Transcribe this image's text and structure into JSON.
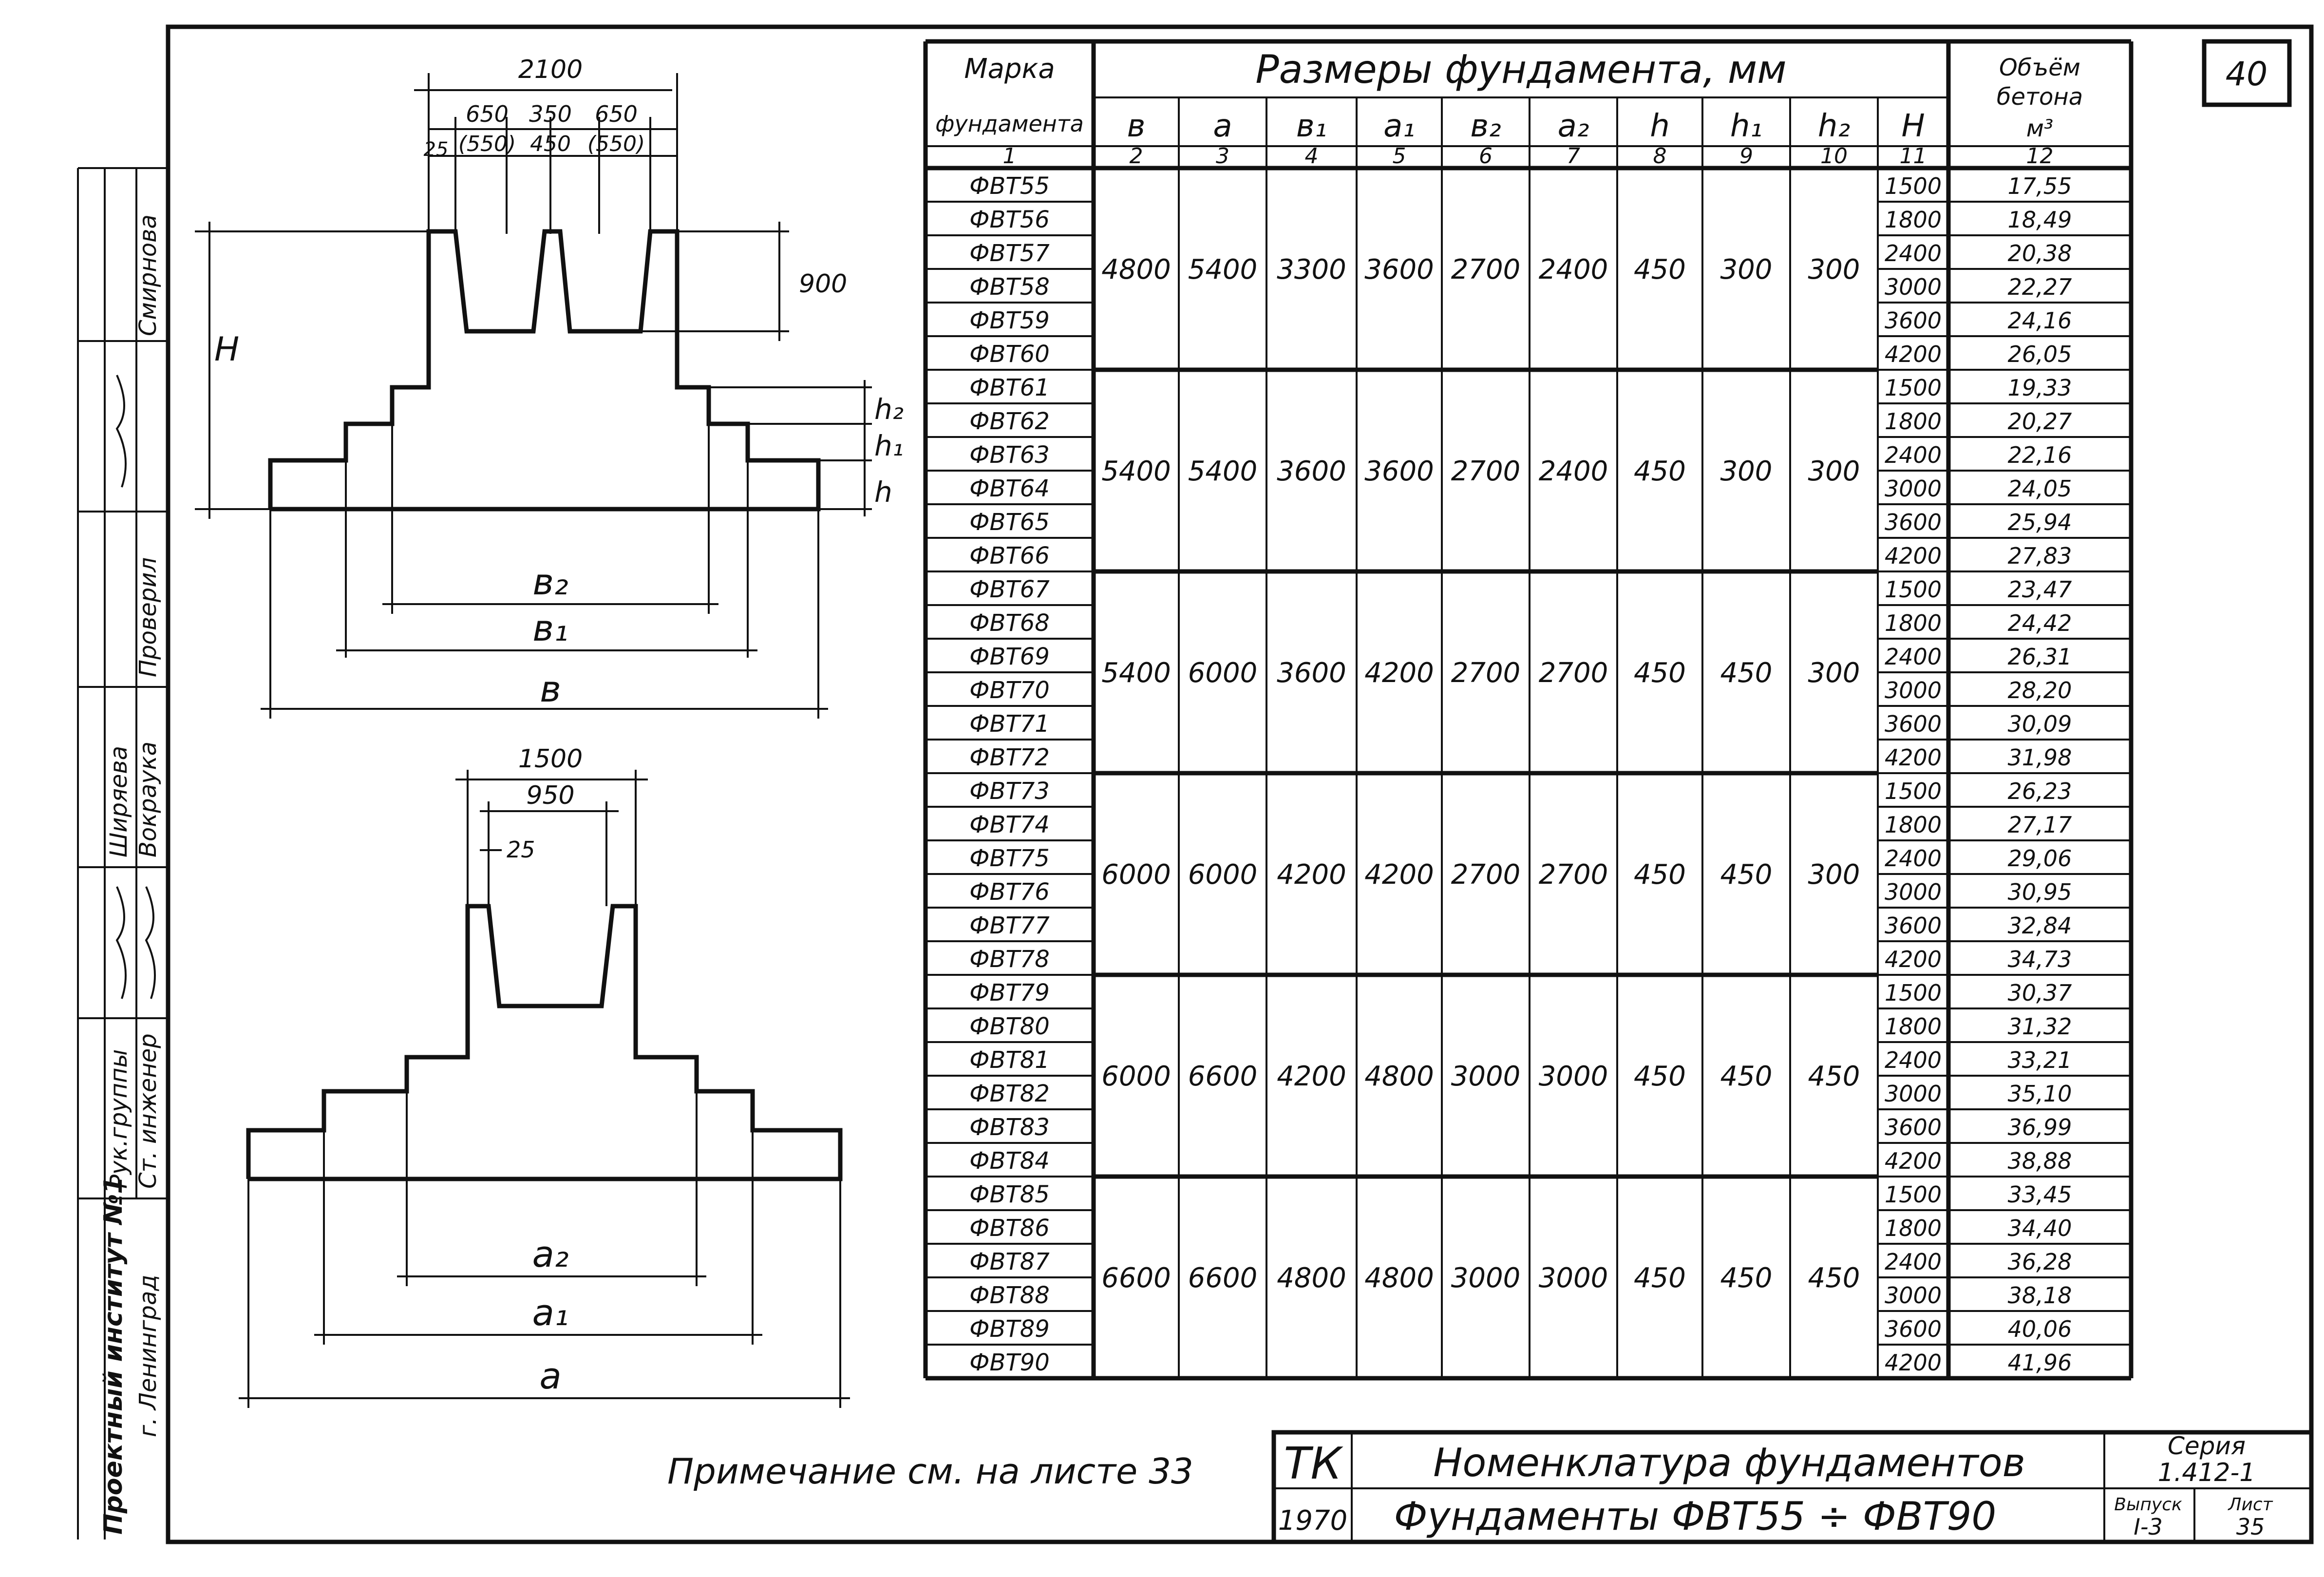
{
  "sheet_number": "40",
  "table": {
    "col_mark": [
      "Марка",
      "фундамента"
    ],
    "dims_header": "Размеры фундамента, мм",
    "volume_header": [
      "Объём",
      "бетона",
      "м³"
    ],
    "columns": [
      "в",
      "а",
      "в₁",
      "а₁",
      "в₂",
      "а₂",
      "h",
      "h₁",
      "h₂",
      "H"
    ],
    "column_numbers": [
      "1",
      "2",
      "3",
      "4",
      "5",
      "6",
      "7",
      "8",
      "9",
      "10",
      "11",
      "12"
    ],
    "groups": [
      {
        "b": "4800",
        "a": "5400",
        "b1": "3300",
        "a1": "3600",
        "b2": "2700",
        "a2": "2400",
        "h": "450",
        "h1": "300",
        "h2": "300",
        "rows": [
          [
            "ФВТ55",
            "1500",
            "17,55"
          ],
          [
            "ФВТ56",
            "1800",
            "18,49"
          ],
          [
            "ФВТ57",
            "2400",
            "20,38"
          ],
          [
            "ФВТ58",
            "3000",
            "22,27"
          ],
          [
            "ФВТ59",
            "3600",
            "24,16"
          ],
          [
            "ФВТ60",
            "4200",
            "26,05"
          ]
        ]
      },
      {
        "b": "5400",
        "a": "5400",
        "b1": "3600",
        "a1": "3600",
        "b2": "2700",
        "a2": "2400",
        "h": "450",
        "h1": "300",
        "h2": "300",
        "rows": [
          [
            "ФВТ61",
            "1500",
            "19,33"
          ],
          [
            "ФВТ62",
            "1800",
            "20,27"
          ],
          [
            "ФВТ63",
            "2400",
            "22,16"
          ],
          [
            "ФВТ64",
            "3000",
            "24,05"
          ],
          [
            "ФВТ65",
            "3600",
            "25,94"
          ],
          [
            "ФВТ66",
            "4200",
            "27,83"
          ]
        ]
      },
      {
        "b": "5400",
        "a": "6000",
        "b1": "3600",
        "a1": "4200",
        "b2": "2700",
        "a2": "2700",
        "h": "450",
        "h1": "450",
        "h2": "300",
        "rows": [
          [
            "ФВТ67",
            "1500",
            "23,47"
          ],
          [
            "ФВТ68",
            "1800",
            "24,42"
          ],
          [
            "ФВТ69",
            "2400",
            "26,31"
          ],
          [
            "ФВТ70",
            "3000",
            "28,20"
          ],
          [
            "ФВТ71",
            "3600",
            "30,09"
          ],
          [
            "ФВТ72",
            "4200",
            "31,98"
          ]
        ]
      },
      {
        "b": "6000",
        "a": "6000",
        "b1": "4200",
        "a1": "4200",
        "b2": "2700",
        "a2": "2700",
        "h": "450",
        "h1": "450",
        "h2": "300",
        "rows": [
          [
            "ФВТ73",
            "1500",
            "26,23"
          ],
          [
            "ФВТ74",
            "1800",
            "27,17"
          ],
          [
            "ФВТ75",
            "2400",
            "29,06"
          ],
          [
            "ФВТ76",
            "3000",
            "30,95"
          ],
          [
            "ФВТ77",
            "3600",
            "32,84"
          ],
          [
            "ФВТ78",
            "4200",
            "34,73"
          ]
        ]
      },
      {
        "b": "6000",
        "a": "6600",
        "b1": "4200",
        "a1": "4800",
        "b2": "3000",
        "a2": "3000",
        "h": "450",
        "h1": "450",
        "h2": "450",
        "rows": [
          [
            "ФВТ79",
            "1500",
            "30,37"
          ],
          [
            "ФВТ80",
            "1800",
            "31,32"
          ],
          [
            "ФВТ81",
            "2400",
            "33,21"
          ],
          [
            "ФВТ82",
            "3000",
            "35,10"
          ],
          [
            "ФВТ83",
            "3600",
            "36,99"
          ],
          [
            "ФВТ84",
            "4200",
            "38,88"
          ]
        ]
      },
      {
        "b": "6600",
        "a": "6600",
        "b1": "4800",
        "a1": "4800",
        "b2": "3000",
        "a2": "3000",
        "h": "450",
        "h1": "450",
        "h2": "450",
        "rows": [
          [
            "ФВТ85",
            "1500",
            "33,45"
          ],
          [
            "ФВТ86",
            "1800",
            "34,40"
          ],
          [
            "ФВТ87",
            "2400",
            "36,28"
          ],
          [
            "ФВТ88",
            "3000",
            "38,18"
          ],
          [
            "ФВТ89",
            "3600",
            "40,06"
          ],
          [
            "ФВТ90",
            "4200",
            "41,96"
          ]
        ]
      }
    ]
  },
  "drawing_top": {
    "dim_total": "2100",
    "dim_a": "650",
    "dim_b": "350",
    "dim_c": "650",
    "dim_a2": "(550)",
    "dim_b2": "450",
    "dim_c2": "(550)",
    "dim_small": "25",
    "dim_900": "900",
    "H": "H",
    "h2": "h₂",
    "h1": "h₁",
    "h": "h",
    "b2": "в₂",
    "b1": "в₁",
    "b": "в"
  },
  "drawing_bottom": {
    "dim_total": "1500",
    "dim_inner": "950",
    "dim_small": "25",
    "a2": "а₂",
    "a1": "а₁",
    "a": "а"
  },
  "note": "Примечание см. на листе 33",
  "title_block": {
    "code": "ТК",
    "year": "1970",
    "title1": "Номенклатура фундаментов",
    "title2": "Фундаменты ФВТ55 ÷ ФВТ90",
    "series_label": "Серия",
    "series": "1.412-1",
    "issue_label": "Выпуск",
    "issue": "I-3",
    "sheet_label": "Лист",
    "sheet": "35"
  },
  "side_stamp": {
    "institute": "Проектный институт №1",
    "city": "г. Ленинград",
    "roles": [
      "Ст. инженер",
      "Рук.группы",
      "Проверил"
    ],
    "names": [
      "Смирнова",
      "Ширяева",
      "Вокраука"
    ]
  }
}
